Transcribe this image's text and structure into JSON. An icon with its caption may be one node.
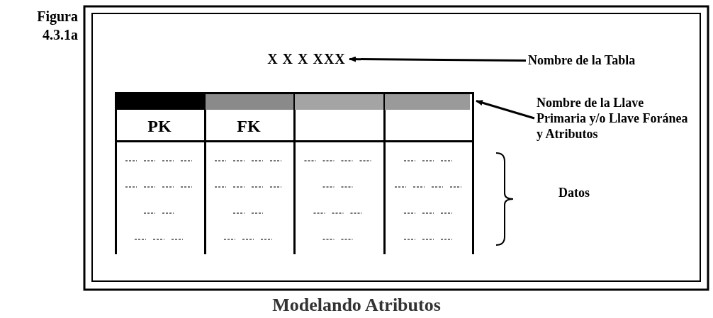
{
  "diagram": {
    "caption": "Modelando Atributos",
    "nodes": [
      {
        "text": [
          "X X X XXX"
        ]
      },
      {
        "text": [
          "Nombre de la Tabla"
        ]
      },
      {
        "text": [],
        "shape": "bar"
      },
      {
        "text": [
          "Nombre de la Llave Primaria y/o Llave Foránea y Atributos"
        ]
      }
    ],
    "edges": [
      {
        "from": 1,
        "to": 0,
        "arrow": "to"
      },
      {
        "from": 3,
        "to": 2,
        "arrow": "to"
      }
    ],
    "labels": [
      "Figura 4.3.1a",
      "PK",
      "FK",
      "Datos"
    ]
  }
}
